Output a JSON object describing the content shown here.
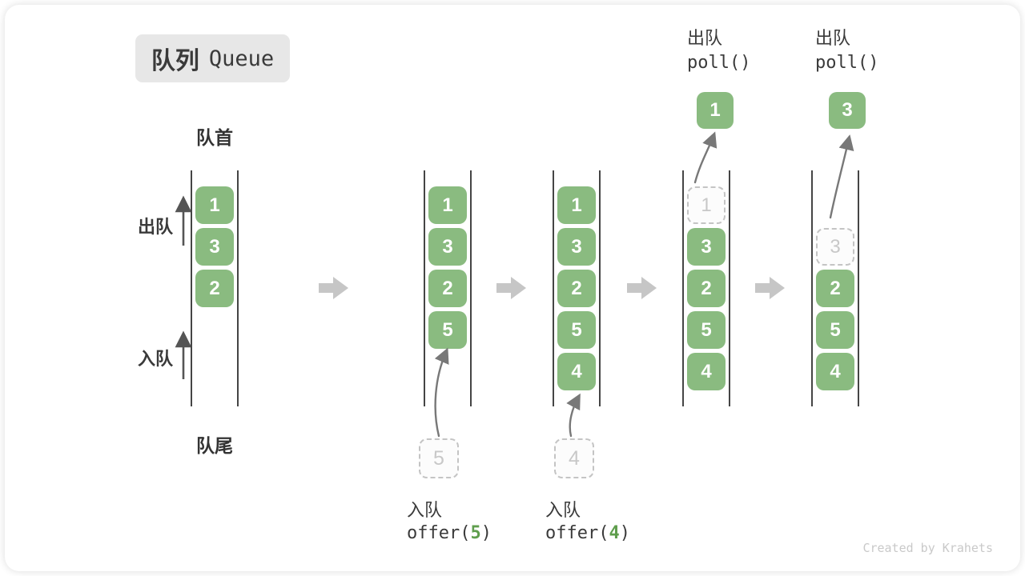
{
  "title": {
    "zh": "队列",
    "en": "Queue"
  },
  "endpoints": {
    "front": "队首",
    "rear": "队尾"
  },
  "side_ops": {
    "dequeue": "出队",
    "enqueue": "入队"
  },
  "queues": [
    {
      "cells": [
        {
          "v": "1"
        },
        {
          "v": "3"
        },
        {
          "v": "2"
        }
      ]
    },
    {
      "cells": [
        {
          "v": "1"
        },
        {
          "v": "3"
        },
        {
          "v": "2"
        },
        {
          "v": "5"
        }
      ]
    },
    {
      "cells": [
        {
          "v": "1"
        },
        {
          "v": "3"
        },
        {
          "v": "2"
        },
        {
          "v": "5"
        },
        {
          "v": "4"
        }
      ]
    },
    {
      "cells": [
        {
          "v": "1",
          "state": "removed"
        },
        {
          "v": "3"
        },
        {
          "v": "2"
        },
        {
          "v": "5"
        },
        {
          "v": "4"
        }
      ]
    },
    {
      "cells": [
        {
          "v": "3",
          "state": "removed"
        },
        {
          "v": "2"
        },
        {
          "v": "5"
        },
        {
          "v": "4"
        }
      ]
    }
  ],
  "enqueue_ops": [
    {
      "label": "入队",
      "code_open": "offer(",
      "arg": "5",
      "code_close": ")",
      "pending_value": "5"
    },
    {
      "label": "入队",
      "code_open": "offer(",
      "arg": "4",
      "code_close": ")",
      "pending_value": "4"
    }
  ],
  "dequeue_ops": [
    {
      "label": "出队",
      "code": "poll()",
      "result_value": "1"
    },
    {
      "label": "出队",
      "code": "poll()",
      "result_value": "3"
    }
  ],
  "watermark": "Created by Krahets",
  "colors": {
    "box_green": "#8abb80",
    "arg_green": "#5f9e4d",
    "flow_arrow_gray": "#c6c6c6",
    "badge_bg": "#e7e7e7",
    "text_dark": "#3a3a3a",
    "dashed_border": "#c4c4c4",
    "curve_arrow": "#787878"
  }
}
